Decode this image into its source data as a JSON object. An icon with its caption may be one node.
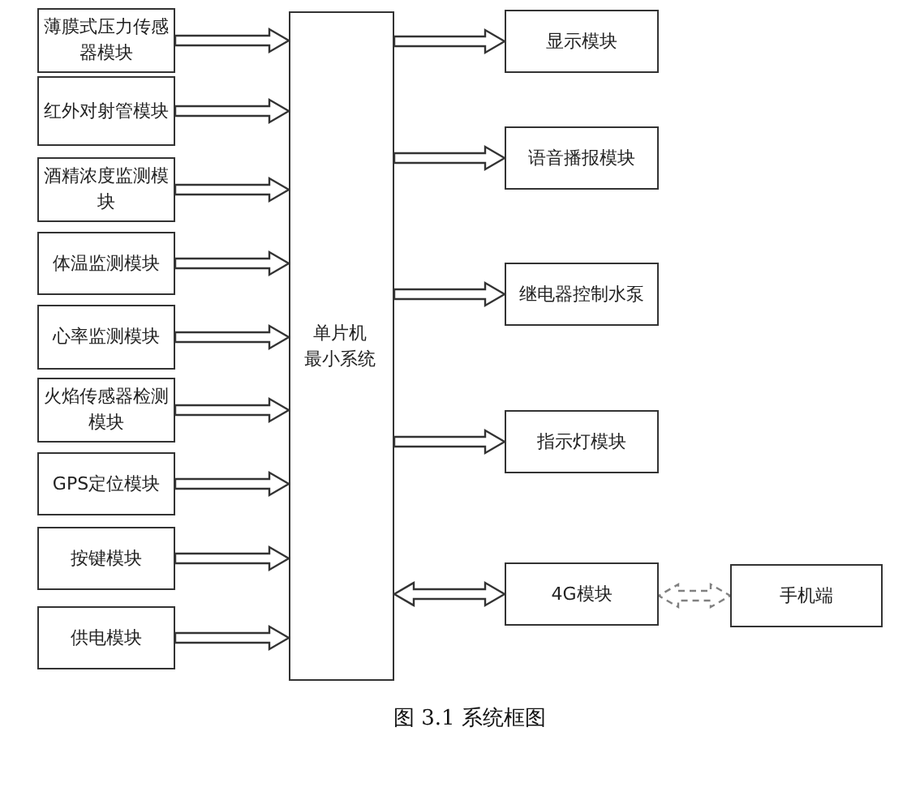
{
  "diagram": {
    "caption": "图 3.1 系统框图",
    "nodes": [
      {
        "text": [
          "薄膜式压力传感器模块"
        ]
      },
      {
        "text": [
          "红外对射管模块"
        ]
      },
      {
        "text": [
          "酒精浓度监测模块"
        ]
      },
      {
        "text": [
          "体温监测模块"
        ]
      },
      {
        "text": [
          "心率监测模块"
        ]
      },
      {
        "text": [
          "火焰传感器检测模块"
        ]
      },
      {
        "text": [
          "GPS定位模块"
        ]
      },
      {
        "text": [
          "按键模块"
        ]
      },
      {
        "text": [
          "供电模块"
        ]
      },
      {
        "text": [
          "单片机最小系统"
        ]
      },
      {
        "text": [
          "显示模块"
        ]
      },
      {
        "text": [
          "语音播报模块"
        ]
      },
      {
        "text": [
          "继电器控制水泵"
        ]
      },
      {
        "text": [
          "指示灯模块"
        ]
      },
      {
        "text": [
          "4G模块"
        ]
      },
      {
        "text": [
          "手机端"
        ]
      }
    ],
    "edges": [
      {
        "from": 0,
        "to": 9,
        "arrow": "to"
      },
      {
        "from": 1,
        "to": 9,
        "arrow": "to"
      },
      {
        "from": 2,
        "to": 9,
        "arrow": "to"
      },
      {
        "from": 3,
        "to": 9,
        "arrow": "to"
      },
      {
        "from": 4,
        "to": 9,
        "arrow": "to"
      },
      {
        "from": 5,
        "to": 9,
        "arrow": "to"
      },
      {
        "from": 6,
        "to": 9,
        "arrow": "to"
      },
      {
        "from": 7,
        "to": 9,
        "arrow": "to"
      },
      {
        "from": 8,
        "to": 9,
        "arrow": "to"
      },
      {
        "from": 9,
        "to": 10,
        "arrow": "to"
      },
      {
        "from": 9,
        "to": 11,
        "arrow": "to"
      },
      {
        "from": 9,
        "to": 12,
        "arrow": "to"
      },
      {
        "from": 9,
        "to": 13,
        "arrow": "to"
      },
      {
        "from": 9,
        "to": 14,
        "arrow": "both"
      },
      {
        "from": 14,
        "to": 15,
        "arrow": "both",
        "style": "dashed",
        "color": "#808080"
      }
    ]
  }
}
